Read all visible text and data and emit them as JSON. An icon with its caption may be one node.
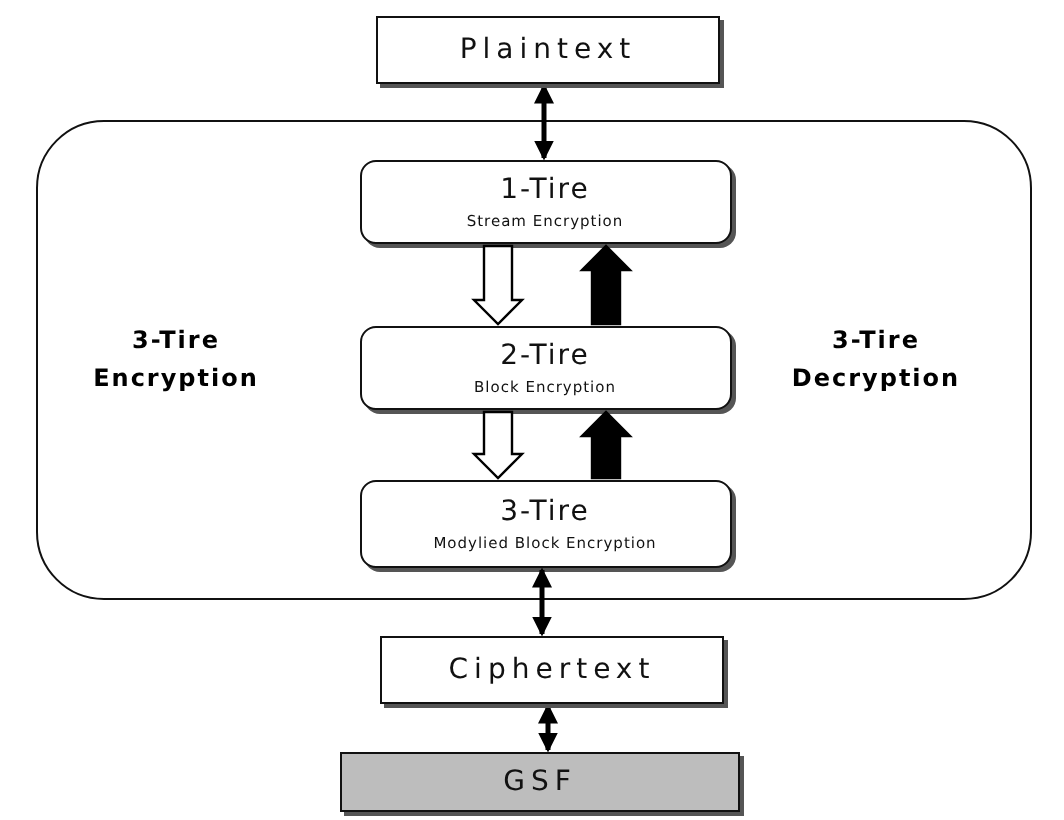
{
  "diagram": {
    "nodes": [
      {
        "text": [
          "Plaintext"
        ]
      },
      {
        "text": [
          "3-Tire Encryption",
          "3-Tire Decryption"
        ]
      },
      {
        "text": [
          "1-Tire",
          "Stream Encryption"
        ],
        "in": 1
      },
      {
        "text": [
          "2-Tire",
          "Block Encryption"
        ],
        "in": 1
      },
      {
        "text": [
          "3-Tire",
          "Modylied Block Encryption"
        ],
        "in": 1
      },
      {
        "text": [
          "Ciphertext"
        ]
      },
      {
        "text": [
          "GSF"
        ]
      }
    ],
    "edges": [
      {
        "from": 0,
        "to": 2,
        "arrow": "both"
      },
      {
        "from": 2,
        "to": 3,
        "arrow": "to",
        "style": "thick",
        "color": "#ffffff"
      },
      {
        "from": 3,
        "to": 2,
        "arrow": "to",
        "style": "thick"
      },
      {
        "from": 3,
        "to": 4,
        "arrow": "to",
        "style": "thick",
        "color": "#ffffff"
      },
      {
        "from": 4,
        "to": 3,
        "arrow": "to",
        "style": "thick"
      },
      {
        "from": 4,
        "to": 5,
        "arrow": "both"
      },
      {
        "from": 5,
        "to": 6,
        "arrow": "both"
      }
    ]
  }
}
